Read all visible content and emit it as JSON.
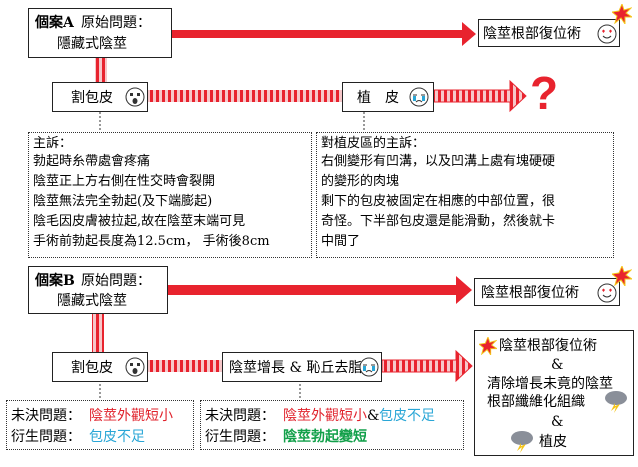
{
  "case_a": {
    "header_bold": "個案A",
    "header_text": "原始問題：",
    "header_line2": "隱藏式陰莖",
    "target_label": "陰莖根部復位術",
    "step1_label": "割包皮",
    "step2_label": "植　皮",
    "question_mark": "?",
    "complaint_left": {
      "title": "主訴：",
      "lines": [
        "勃起時糸帶處會疼痛",
        "陰莖正上方右側在性交時會裂開",
        "陰莖無法完全勃起(及下端膨起)",
        "陰毛因皮膚被拉起,故在陰莖末端可見",
        "手術前勃起長度為12.5cm，  手術後8cm"
      ]
    },
    "complaint_right": {
      "title": "對植皮區的主訴：",
      "lines": [
        "右側變形有凹溝，以及凹溝上處有塊硬硬",
        "的變形的肉塊",
        "剩下的包皮被固定在相應的中部位置，很",
        "奇怪。下半部包皮還是能滑動，然後就卡",
        "中間了"
      ]
    }
  },
  "case_b": {
    "header_bold": "個案B",
    "header_text": "原始問題：",
    "header_line2": "隱藏式陰莖",
    "target_label": "陰莖根部復位術",
    "step1_label": "割包皮",
    "step2_label": "陰莖增長 & 恥丘去脂",
    "left_box": {
      "row1_label": "未決問題：",
      "row1_value": "陰莖外觀短小",
      "row2_label": "衍生問題：",
      "row2_value": "包皮不足"
    },
    "mid_box": {
      "row1_label": "未決問題：",
      "row1_value_a": "陰莖外觀短小",
      "row1_amp": "&",
      "row1_value_b": "包皮不足",
      "row2_label": "衍生問題：",
      "row2_value": "陰莖勃起變短"
    },
    "right_box": {
      "line1": "陰莖根部復位術",
      "amp1": "&",
      "line2": "清除增長未竟的陰莖",
      "line3": "根部纖維化組織",
      "amp2": "&",
      "line4": "植皮"
    }
  },
  "colors": {
    "arrow_red": "#e8232e",
    "arrow_dashed": "#e0555c",
    "text_red": "#e0212b",
    "text_blue": "#2aa6d6",
    "text_green": "#12a04a"
  }
}
